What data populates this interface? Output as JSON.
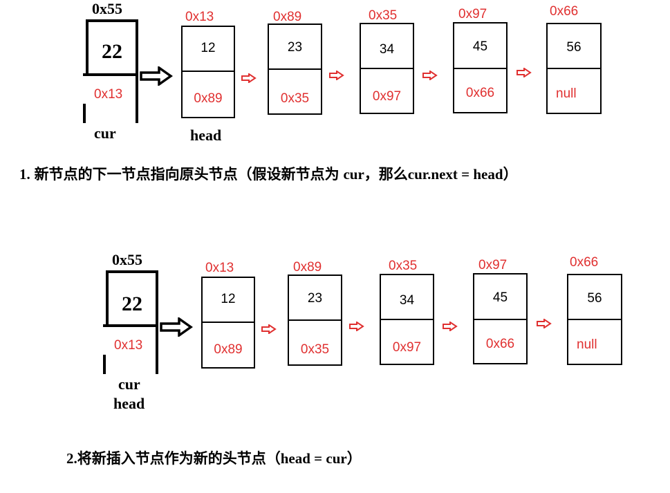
{
  "step1": {
    "cur": {
      "address": "0x55",
      "value": "22",
      "next": "0x13",
      "label": "cur"
    },
    "head_label": "head",
    "nodes": [
      {
        "address": "0x13",
        "value": "12",
        "next": "0x89"
      },
      {
        "address": "0x89",
        "value": "23",
        "next": "0x35"
      },
      {
        "address": "0x35",
        "value": "34",
        "next": "0x97"
      },
      {
        "address": "0x97",
        "value": "45",
        "next": "0x66"
      },
      {
        "address": "0x66",
        "value": "56",
        "next": "null"
      }
    ],
    "caption_num": "1.",
    "caption_cn": "新节点的下一节点指向原头节点（假设新节点为",
    "caption_cur": "cur",
    "caption_mid": "，那么",
    "caption_code": "cur.next = head",
    "caption_end": "）"
  },
  "step2": {
    "cur": {
      "address": "0x55",
      "value": "22",
      "next": "0x13",
      "label": "cur",
      "label2": "head"
    },
    "nodes": [
      {
        "address": "0x13",
        "value": "12",
        "next": "0x89"
      },
      {
        "address": "0x89",
        "value": "23",
        "next": "0x35"
      },
      {
        "address": "0x35",
        "value": "34",
        "next": "0x97"
      },
      {
        "address": "0x97",
        "value": "45",
        "next": "0x66"
      },
      {
        "address": "0x66",
        "value": "56",
        "next": "null"
      }
    ],
    "caption_num": "2.",
    "caption_cn": "将新插入节点作为新的头节点（",
    "caption_code": "head = cur",
    "caption_end": "）"
  }
}
